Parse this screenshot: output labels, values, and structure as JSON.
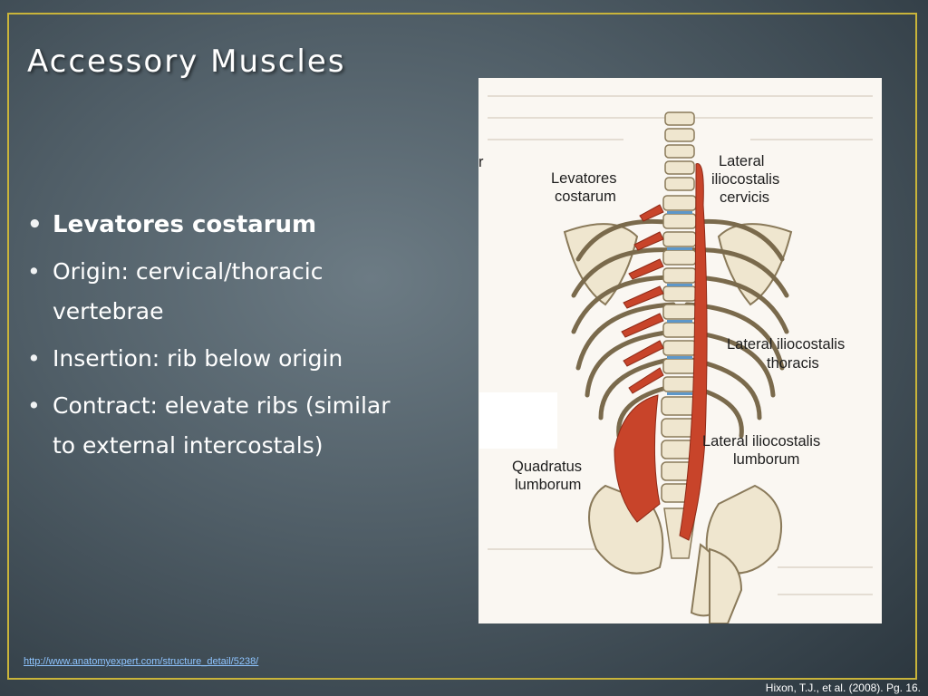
{
  "slide": {
    "title": "Accessory Muscles",
    "bullets": [
      {
        "text": "Levatores costarum",
        "bold": true
      },
      {
        "text": "Origin: cervical/thoracic vertebrae",
        "bold": false
      },
      {
        "text": "Insertion: rib below origin",
        "bold": false
      },
      {
        "text": "Contract: elevate ribs (similar to external intercostals)",
        "bold": false
      }
    ],
    "figure": {
      "labels": {
        "levatores_1": "Levatores",
        "levatores_2": "costarum",
        "lic_1": "Lateral",
        "lic_2": "iliocostalis",
        "lic_3": "cervicis",
        "lit_1": "Lateral iliocostalis",
        "lit_2": "thoracis",
        "lil_1": "Lateral iliocostalis",
        "lil_2": "lumborum",
        "ql_1": "Quadratus",
        "ql_2": "lumborum",
        "edge_mark": "r"
      }
    },
    "link": "http://www.anatomyexpert.com/structure_detail/5238/",
    "citation": "Hixon, T.J., et al. (2008). Pg. 16."
  },
  "colors": {
    "accent_border": "#c9b43a",
    "muscle": "#c8442a",
    "bone": "#efe6cf",
    "link": "#8ec4ff"
  }
}
